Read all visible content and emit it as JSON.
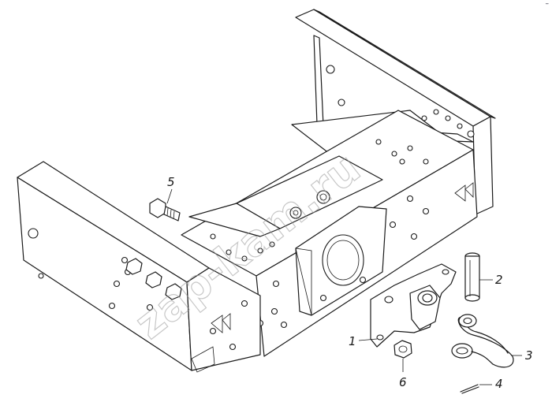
{
  "diagram": {
    "watermark": "zap-kam.ru",
    "corner_mark": "–",
    "callouts": [
      {
        "id": "1",
        "label": "1"
      },
      {
        "id": "2",
        "label": "2"
      },
      {
        "id": "3",
        "label": "3"
      },
      {
        "id": "4",
        "label": "4"
      },
      {
        "id": "5",
        "label": "5"
      },
      {
        "id": "6",
        "label": "6"
      }
    ]
  }
}
